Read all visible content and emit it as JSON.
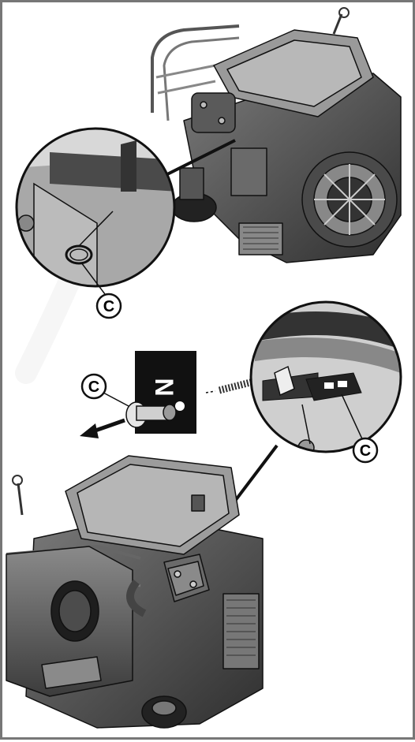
{
  "figure": {
    "callouts": [
      {
        "id": "top-oil-seal",
        "letter": "C"
      },
      {
        "id": "left-fuel-cap",
        "letter": "C"
      },
      {
        "id": "right-decal",
        "letter": "C"
      }
    ],
    "colors": {
      "frame": "#777777",
      "ink": "#111111",
      "engine_dark": "#3a3a3a",
      "engine_mid": "#6f6f6f",
      "engine_light": "#bdbdbd",
      "watermark": "#eeeeee"
    }
  }
}
